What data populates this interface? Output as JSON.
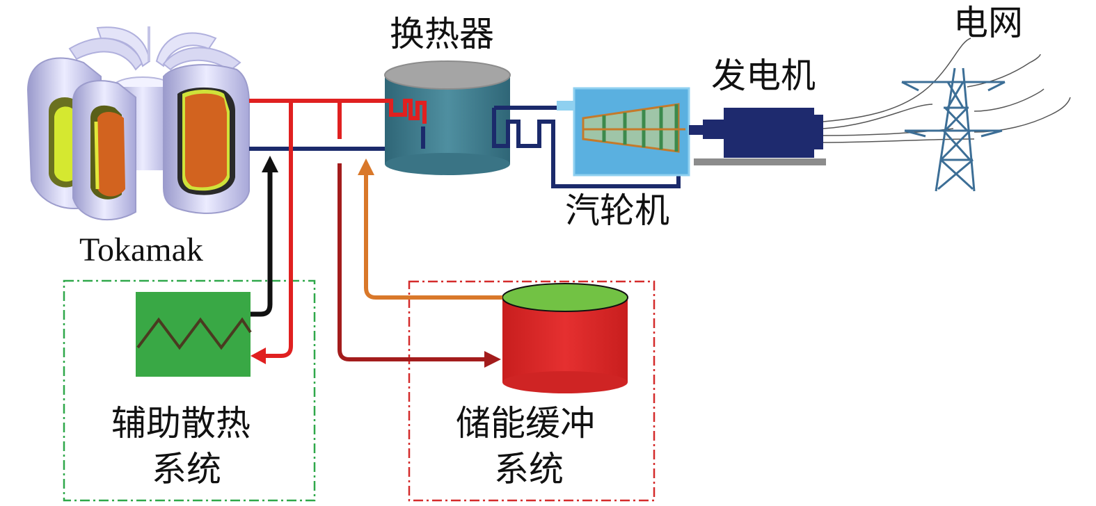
{
  "labels": {
    "tokamak": "Tokamak",
    "heat_exchanger": "换热器",
    "generator": "发电机",
    "turbine": "汽轮机",
    "grid": "电网",
    "aux_system_line1": "辅助散热",
    "aux_system_line2": "系统",
    "storage_system_line1": "储能缓冲",
    "storage_system_line2": "系统"
  },
  "colors": {
    "hot_loop": "#e02020",
    "cold_loop": "#1b2a6b",
    "aux_return": "#111111",
    "storage_return": "#d9782a",
    "storage_feed": "#a31c1c",
    "aux_box_border": "#2fa84a",
    "storage_box_border": "#d42b2b",
    "heat_exchanger_body": "#3f7d8c",
    "turbine_body": "#5ab0e0",
    "generator_body": "#1e2a6e",
    "radiator_body": "#39a845",
    "storage_tank_body": "#d62828",
    "storage_tank_top": "#72c244"
  },
  "icons": {
    "tokamak": "tokamak-reactor-icon",
    "heat_exchanger": "heat-exchanger-tank-icon",
    "turbine": "steam-turbine-icon",
    "generator": "generator-icon",
    "grid": "transmission-tower-icon",
    "radiator": "radiator-icon",
    "storage_tank": "storage-tank-icon"
  }
}
